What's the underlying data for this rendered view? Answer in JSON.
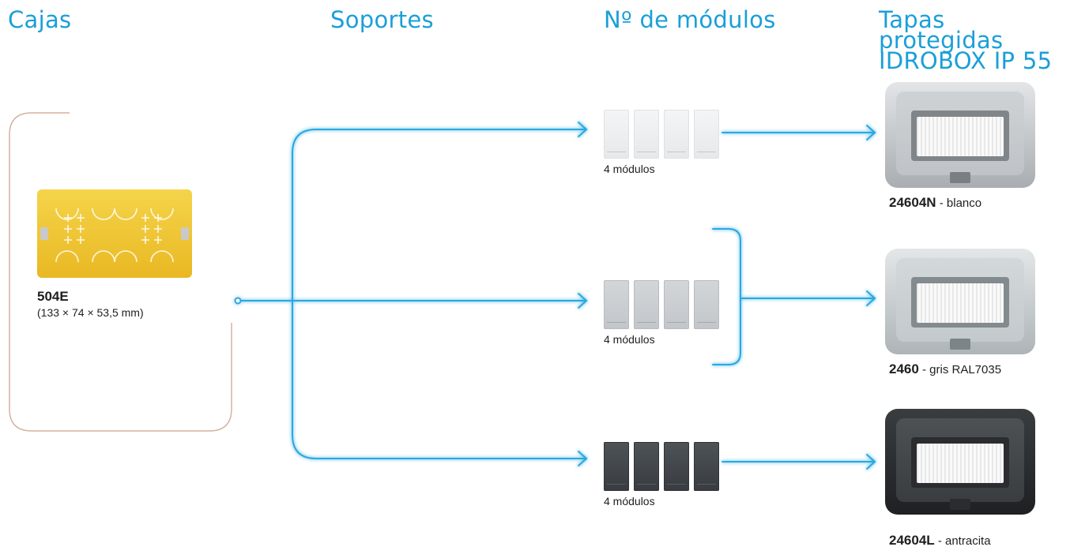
{
  "headers": {
    "cajas": "Cajas",
    "soportes": "Soportes",
    "modulos": "Nº de módulos",
    "tapas": "Tapas protegidas\nIDROBOX IP 55"
  },
  "box": {
    "code": "504E",
    "dimensions": "(133 × 74 × 53,5 mm)"
  },
  "modules": [
    {
      "label": "4 módulos",
      "color": "white"
    },
    {
      "label": "4 módulos",
      "color": "gray"
    },
    {
      "label": "4 módulos",
      "color": "dark"
    }
  ],
  "covers": [
    {
      "code": "24604N",
      "desc": " - blanco",
      "color": "white"
    },
    {
      "code": "2460",
      "desc": " - gris RAL7035",
      "color": "gray"
    },
    {
      "code": "24604L",
      "desc": " - antracita",
      "color": "dark"
    }
  ],
  "colors": {
    "heading": "#1a9fd8",
    "connector": "#29a8e0",
    "bracket": "#d6b1a0"
  }
}
